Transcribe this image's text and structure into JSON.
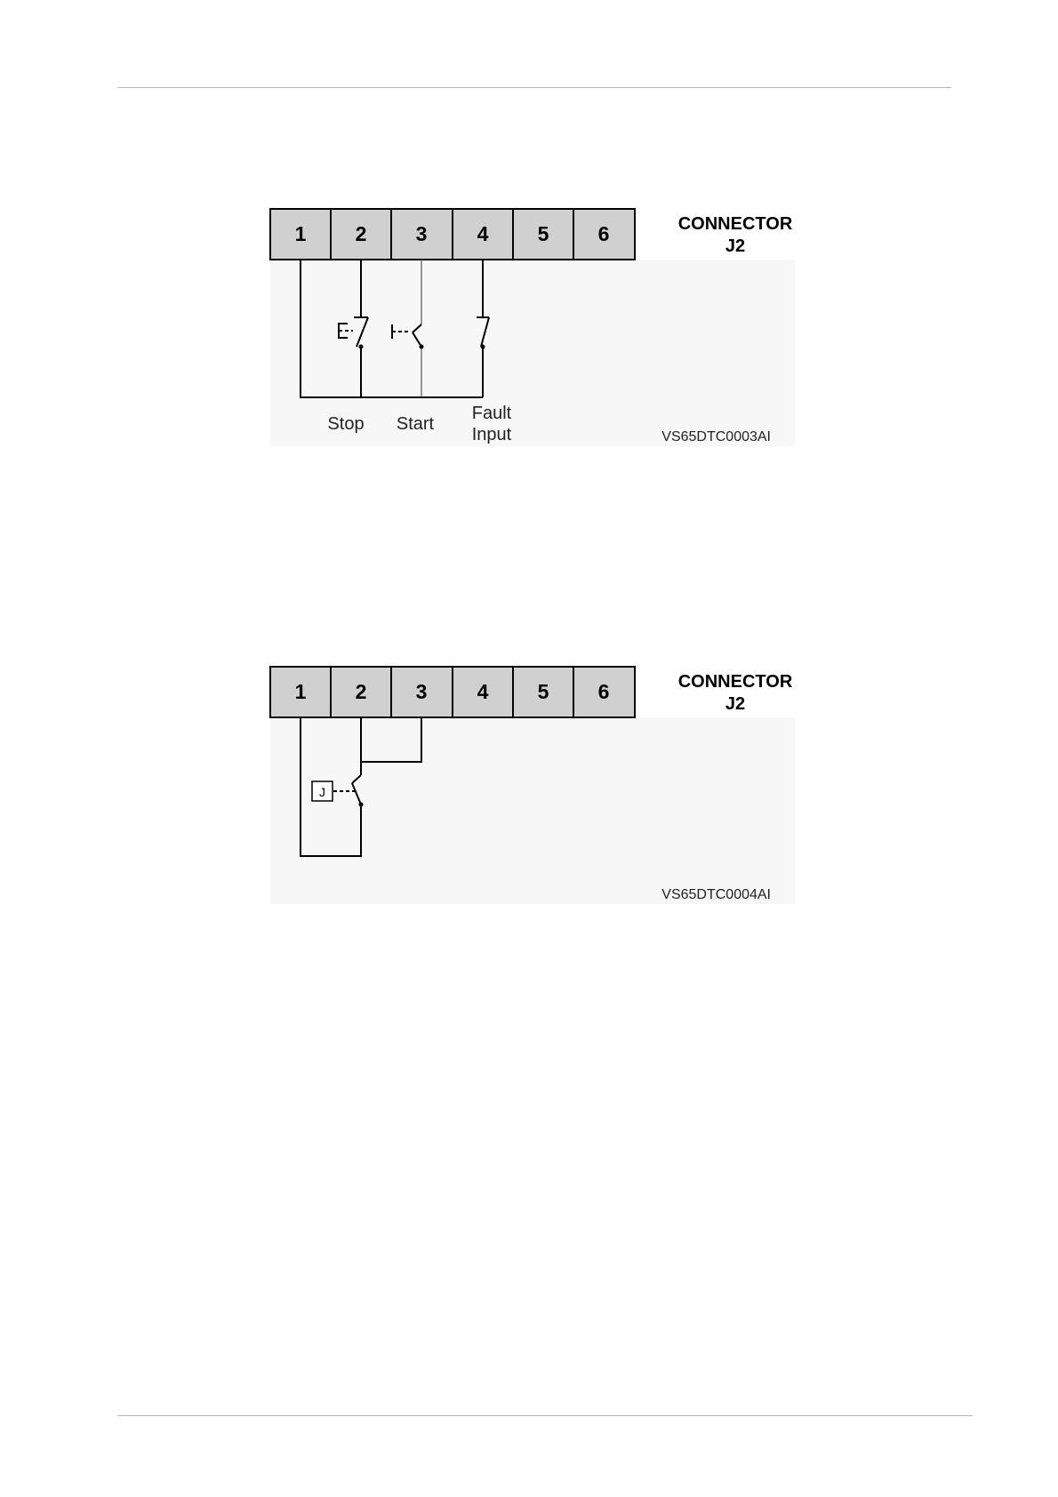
{
  "diagrams": [
    {
      "pins": [
        "1",
        "2",
        "3",
        "4",
        "5",
        "6"
      ],
      "connector_title": "CONNECTOR",
      "connector_name": "J2",
      "labels": {
        "stop": "Stop",
        "start": "Start",
        "fault_line1": "Fault",
        "fault_line2": "Input"
      },
      "ref": "VS65DTC0003AI"
    },
    {
      "pins": [
        "1",
        "2",
        "3",
        "4",
        "5",
        "6"
      ],
      "connector_title": "CONNECTOR",
      "connector_name": "J2",
      "key_switch_label": "J",
      "ref": "VS65DTC0004AI"
    }
  ],
  "colors": {
    "terminal_fill": "#d0d0d0",
    "panel_fill": "#f7f7f7",
    "line": "#000000"
  }
}
